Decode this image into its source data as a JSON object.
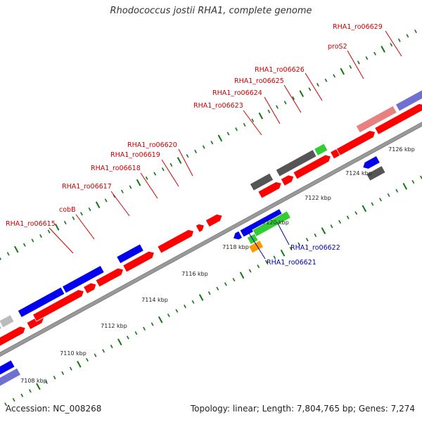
{
  "title": "Rhodococcus jostii RHA1, complete genome",
  "footer": {
    "accession": "Accession: NC_008268",
    "stats": "Topology: linear; Length: 7,804,765 bp; Genes: 7,274"
  },
  "colors": {
    "forward_gene": "#ff0000",
    "reverse_gene": "#0000ee",
    "green_feature": "#33cc33",
    "orange_feature": "#ff9900",
    "gray_feature": "#555555",
    "light_gray_feature": "#bbbbbb",
    "purple_feature": "#7070d0",
    "pink_feature": "#e88080",
    "tick_color": "#117711",
    "label_forward": "#cc0000",
    "label_reverse": "#0000aa"
  },
  "tick_labels": [
    {
      "kbp": 7108,
      "label": "7108 kbp"
    },
    {
      "kbp": 7110,
      "label": "7110 kbp"
    },
    {
      "kbp": 7112,
      "label": "7112 kbp"
    },
    {
      "kbp": 7114,
      "label": "7114 kbp"
    },
    {
      "kbp": 7116,
      "label": "7116 kbp"
    },
    {
      "kbp": 7118,
      "label": "7118 kbp"
    },
    {
      "kbp": 7120,
      "label": "7120 kbp"
    },
    {
      "kbp": 7122,
      "label": "7122 kbp"
    },
    {
      "kbp": 7124,
      "label": "7124 kbp"
    },
    {
      "kbp": 7126,
      "label": "7126 kbp"
    }
  ],
  "gene_labels_upper": [
    "RHA1_ro06615",
    "cobB",
    "RHA1_ro06617",
    "RHA1_ro06618",
    "RHA1_ro06619",
    "RHA1_ro06620",
    "RHA1_ro06623",
    "RHA1_ro06624",
    "RHA1_ro06625",
    "RHA1_ro06626",
    "proS2",
    "RHA1_ro06629"
  ],
  "gene_labels_lower": [
    "RHA1_ro06621",
    "RHA1_ro06622"
  ]
}
